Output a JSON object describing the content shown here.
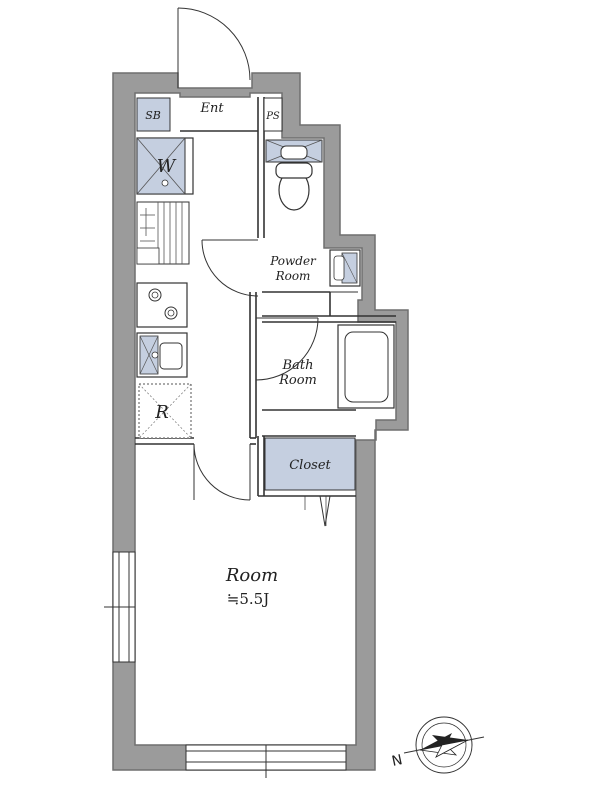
{
  "colors": {
    "wall": "#9b9b9b",
    "wall_outline": "#6f6f6f",
    "fixture_fill": "#c5cfe0",
    "line": "#333333",
    "floor": "#ffffff"
  },
  "rooms": {
    "entrance": "Ent",
    "shoe_box": "SB",
    "pipe_space": "PS",
    "washer": "W",
    "refrigerator": "R",
    "powder_room_line1": "Powder",
    "powder_room_line2": "Room",
    "bath_room_line1": "Bath",
    "bath_room_line2": "Room",
    "closet": "Closet",
    "main_room": "Room",
    "main_room_area": "≒5.5J"
  },
  "compass": {
    "north_letter": "N",
    "icon": "compass-icon"
  },
  "icons": {
    "toilet": "toilet-icon",
    "sink": "sink-icon",
    "stove": "stove-icon",
    "bathtub": "bathtub-icon",
    "washbasin": "washbasin-icon",
    "door_swing": "door-swing-icon",
    "window": "window-icon"
  }
}
